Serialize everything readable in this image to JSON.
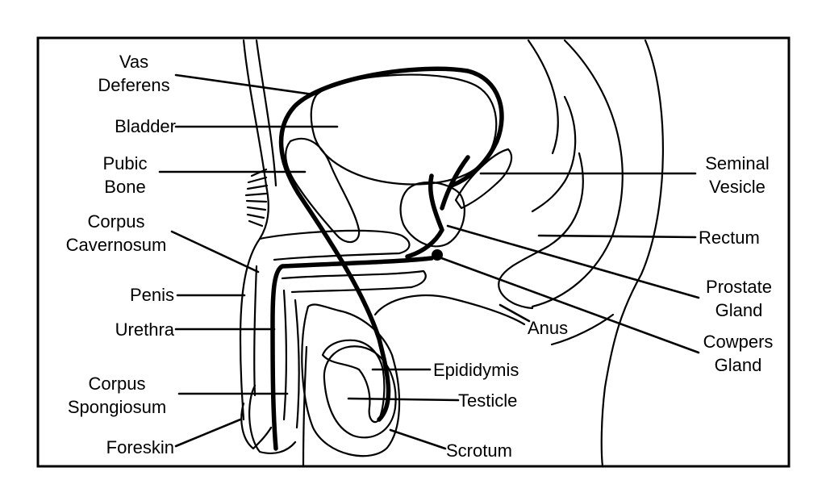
{
  "labels": {
    "vas_deferens": "Vas\nDeferens",
    "bladder": "Bladder",
    "pubic_bone": "Pubic\nBone",
    "corpus_cavernosum": "Corpus\nCavernosum",
    "penis": "Penis",
    "urethra": "Urethra",
    "corpus_spongiosum": "Corpus\nSpongiosum",
    "foreskin": "Foreskin",
    "seminal_vesicle": "Seminal\nVesicle",
    "rectum": "Rectum",
    "prostate_gland": "Prostate\nGland",
    "anus": "Anus",
    "cowpers_gland": "Cowpers\nGland",
    "epididymis": "Epididymis",
    "testicle": "Testicle",
    "scrotum": "Scrotum"
  }
}
